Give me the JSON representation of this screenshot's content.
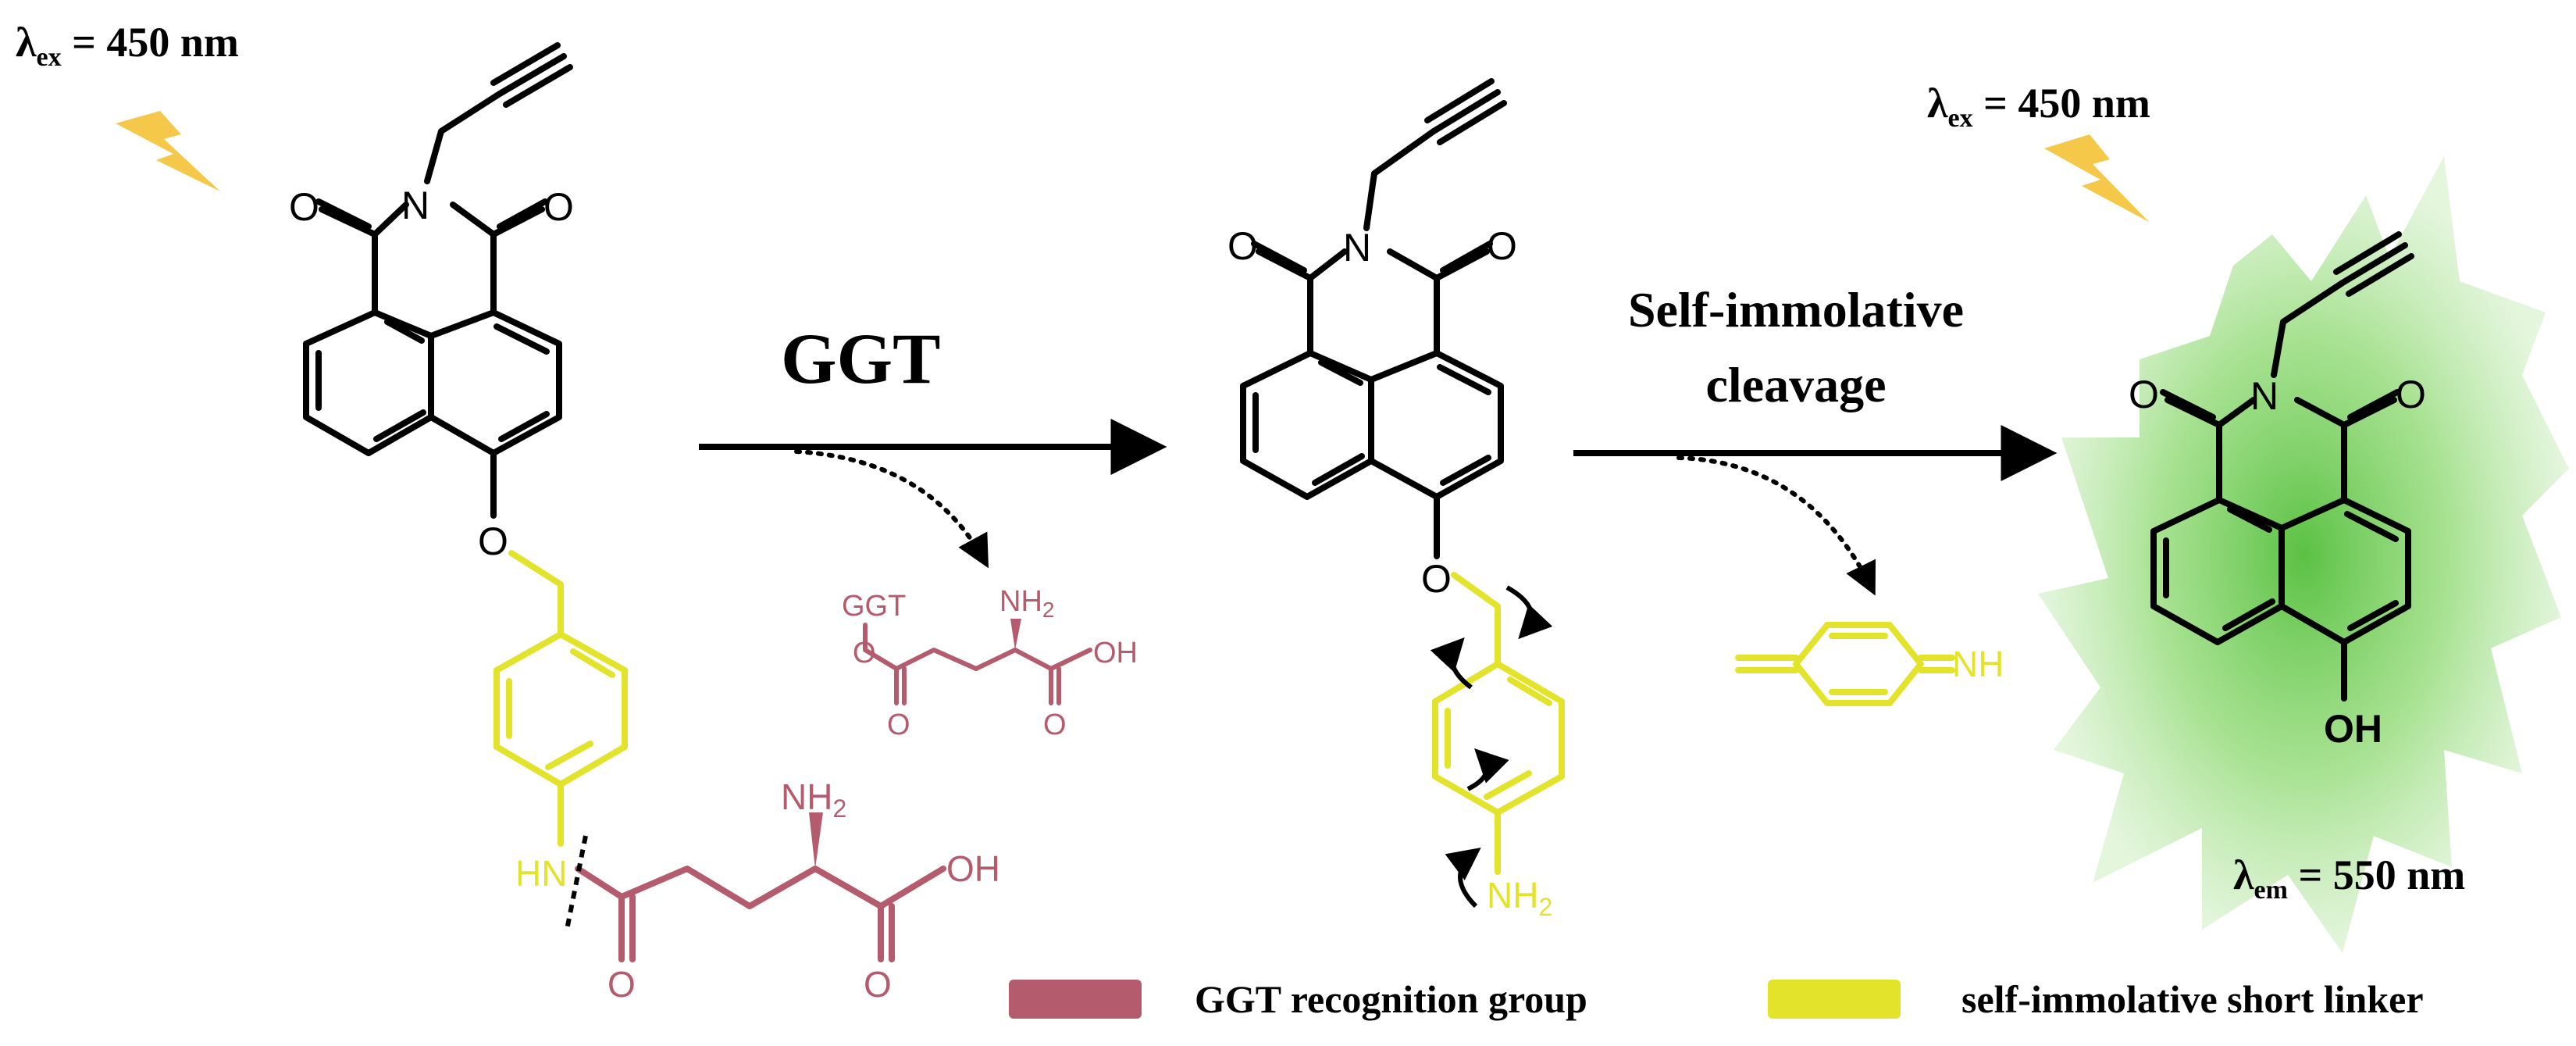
{
  "labels": {
    "lambda_symbol": "λ",
    "ex_sub": "ex",
    "em_sub": "em",
    "ex_value_left": " = 450 nm",
    "ex_value_right": " = 450 nm",
    "em_value": " = 550 nm",
    "step1": "GGT",
    "step2_line1": "Self-immolative",
    "step2_line2": "cleavage"
  },
  "atoms": {
    "O": "O",
    "N": "N",
    "OH": "OH",
    "NH": "NH",
    "HN": "HN",
    "NH2": "NH",
    "sub2": "2",
    "GGT": "GGT"
  },
  "legend": {
    "recognition_label": "GGT recognition group",
    "linker_label": "self-immolative short linker"
  },
  "colors": {
    "recognition": "#b55b6e",
    "linker": "#e3e32c",
    "bolt": "#f5c84a",
    "glow": "#7fd162",
    "ink": "#000000"
  },
  "icons": {
    "bolt": "lightning-bolt-icon",
    "glow": "fluorescence-burst-icon"
  }
}
